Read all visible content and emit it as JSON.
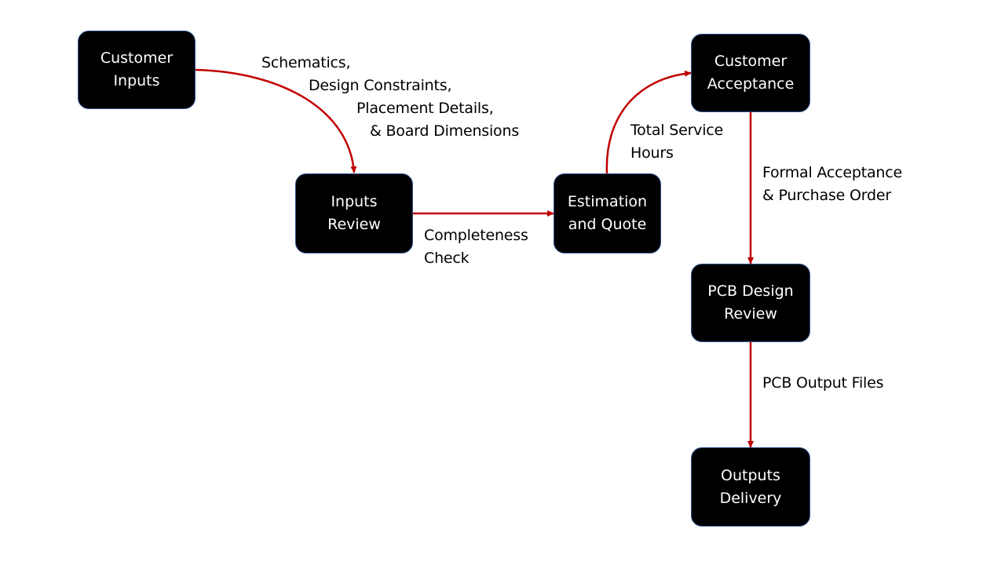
{
  "diagram": {
    "title": "PCB Design Service Workflow",
    "colors": {
      "node_fill": "#000000",
      "node_border": "#2f528f",
      "node_text": "#ffffff",
      "arrow": "#c00000",
      "label_text": "#000000"
    },
    "nodes": [
      {
        "id": "customer-inputs",
        "text": "Customer\nInputs"
      },
      {
        "id": "inputs-review",
        "text": "Inputs\nReview"
      },
      {
        "id": "estimation-quote",
        "text": "Estimation\nand Quote"
      },
      {
        "id": "customer-acceptance",
        "text": "Customer\nAcceptance"
      },
      {
        "id": "pcb-design-review",
        "text": "PCB Design\nReview"
      },
      {
        "id": "outputs-delivery",
        "text": "Outputs\nDelivery"
      }
    ],
    "edges": [
      {
        "from": "customer-inputs",
        "to": "inputs-review"
      },
      {
        "from": "inputs-review",
        "to": "estimation-quote"
      },
      {
        "from": "estimation-quote",
        "to": "customer-acceptance"
      },
      {
        "from": "customer-acceptance",
        "to": "pcb-design-review"
      },
      {
        "from": "pcb-design-review",
        "to": "outputs-delivery"
      }
    ],
    "edge_labels": {
      "inputs_line1": "Schematics,",
      "inputs_line2": "Design Constraints,",
      "inputs_line3": "Placement Details,",
      "inputs_line4": "& Board Dimensions",
      "completeness": "Completeness\nCheck",
      "service_hours": "Total Service\nHours",
      "acceptance": "Formal Acceptance\n& Purchase Order",
      "output_files": "PCB Output Files"
    }
  }
}
